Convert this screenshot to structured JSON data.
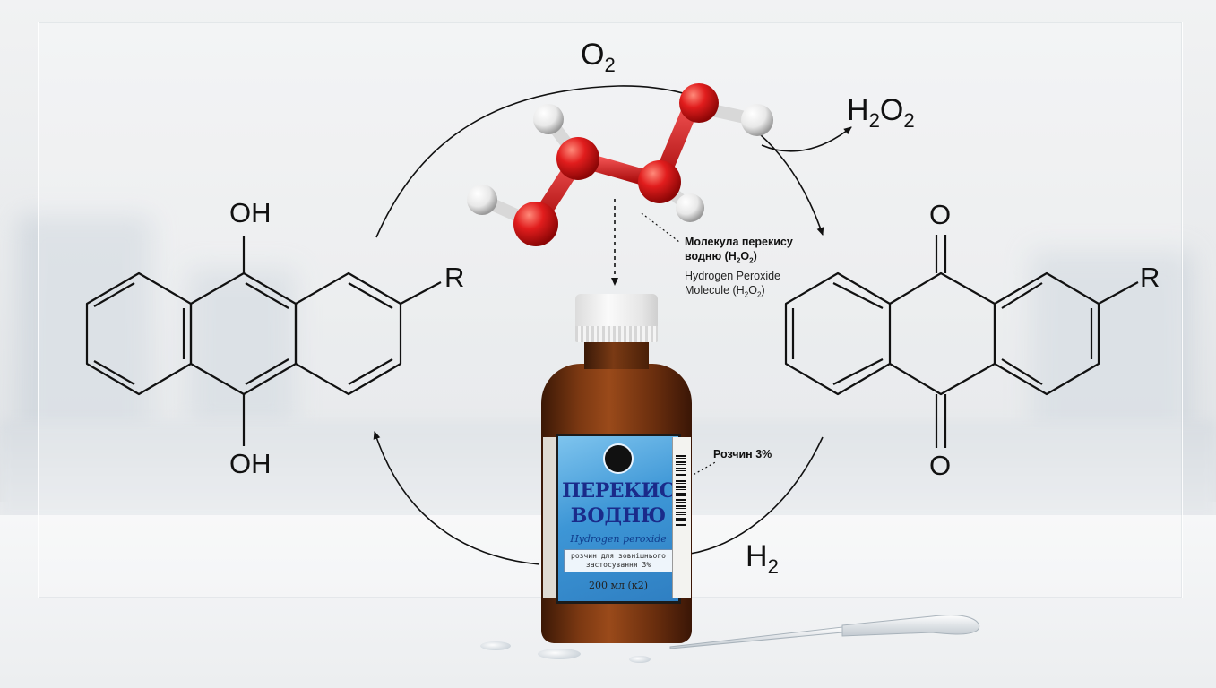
{
  "left_molecule": {
    "top_group": "OH",
    "bottom_group": "OH",
    "substituent": "R"
  },
  "right_molecule": {
    "top_group": "O",
    "bottom_group": "O",
    "substituent": "R"
  },
  "cycle": {
    "top_reagent": "O2",
    "bottom_reagent": "H2",
    "product": "H2O2"
  },
  "molecule_note": {
    "uk_line1": "Молекула перекису",
    "uk_line2": "водню (H2O2)",
    "en_line1": "Hydrogen Peroxide",
    "en_line2": "Molecule (H2O2)"
  },
  "solution_note": "Розчин 3%",
  "bottle_label": {
    "title_line1": "ПЕРЕКИС",
    "title_line2": "ВОДНЮ",
    "subtitle": "Hydrogen peroxide",
    "usage": "розчин для зовнішнього застосування 3%",
    "volume": "200 мл (к2)"
  },
  "colors": {
    "oxygen": "#d41414",
    "hydrogen": "#f2f2f2",
    "bottle_glass": "#7b3812",
    "label_blue": "#3d96d6"
  }
}
